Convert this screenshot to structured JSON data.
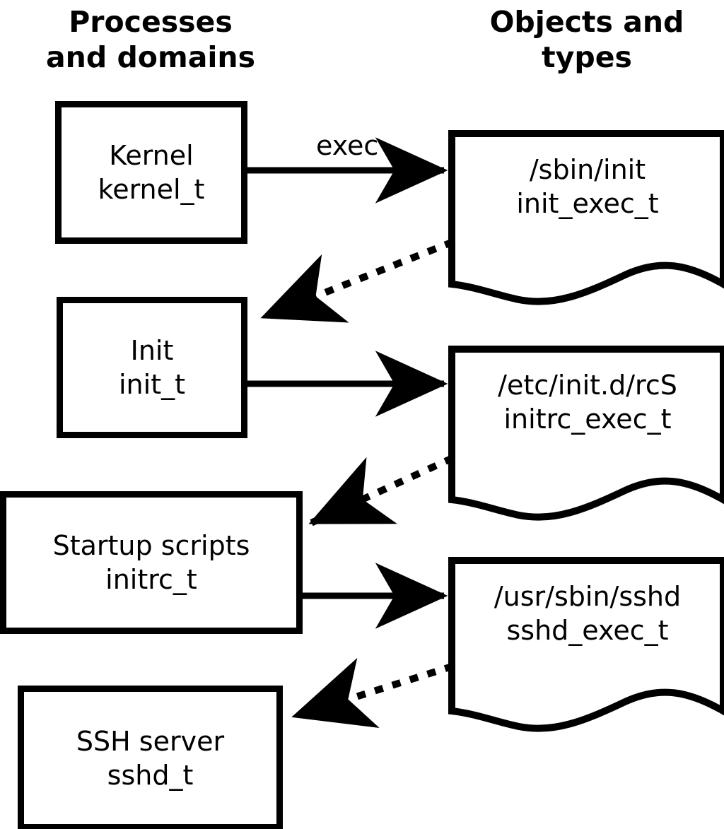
{
  "diagram": {
    "title_left": "Processes\nand domains",
    "title_right": "Objects and\ntypes",
    "stroke_color": "#000000",
    "background_color": "#ffffff"
  },
  "processes": [
    {
      "name": "Kernel",
      "type": "kernel_t"
    },
    {
      "name": "Init",
      "type": "init_t"
    },
    {
      "name": "Startup scripts",
      "type": "initrc_t"
    },
    {
      "name": "SSH server",
      "type": "sshd_t"
    }
  ],
  "objects": [
    {
      "path": "/sbin/init",
      "type": "init_exec_t"
    },
    {
      "path": "/etc/init.d/rcS",
      "type": "initrc_exec_t"
    },
    {
      "path": "/usr/sbin/sshd",
      "type": "sshd_exec_t"
    }
  ],
  "edges": [
    {
      "id": "exec-1",
      "label": "exec",
      "style": "solid",
      "from": "Kernel",
      "to": "/sbin/init"
    },
    {
      "id": "transition-1",
      "label": "",
      "style": "dotted",
      "from": "/sbin/init",
      "to": "Init"
    },
    {
      "id": "exec-2",
      "label": "",
      "style": "solid",
      "from": "Init",
      "to": "/etc/init.d/rcS"
    },
    {
      "id": "transition-2",
      "label": "",
      "style": "dotted",
      "from": "/etc/init.d/rcS",
      "to": "Startup scripts"
    },
    {
      "id": "exec-3",
      "label": "",
      "style": "solid",
      "from": "Startup scripts",
      "to": "/usr/sbin/sshd"
    },
    {
      "id": "transition-3",
      "label": "",
      "style": "dotted",
      "from": "/usr/sbin/sshd",
      "to": "SSH server"
    }
  ]
}
